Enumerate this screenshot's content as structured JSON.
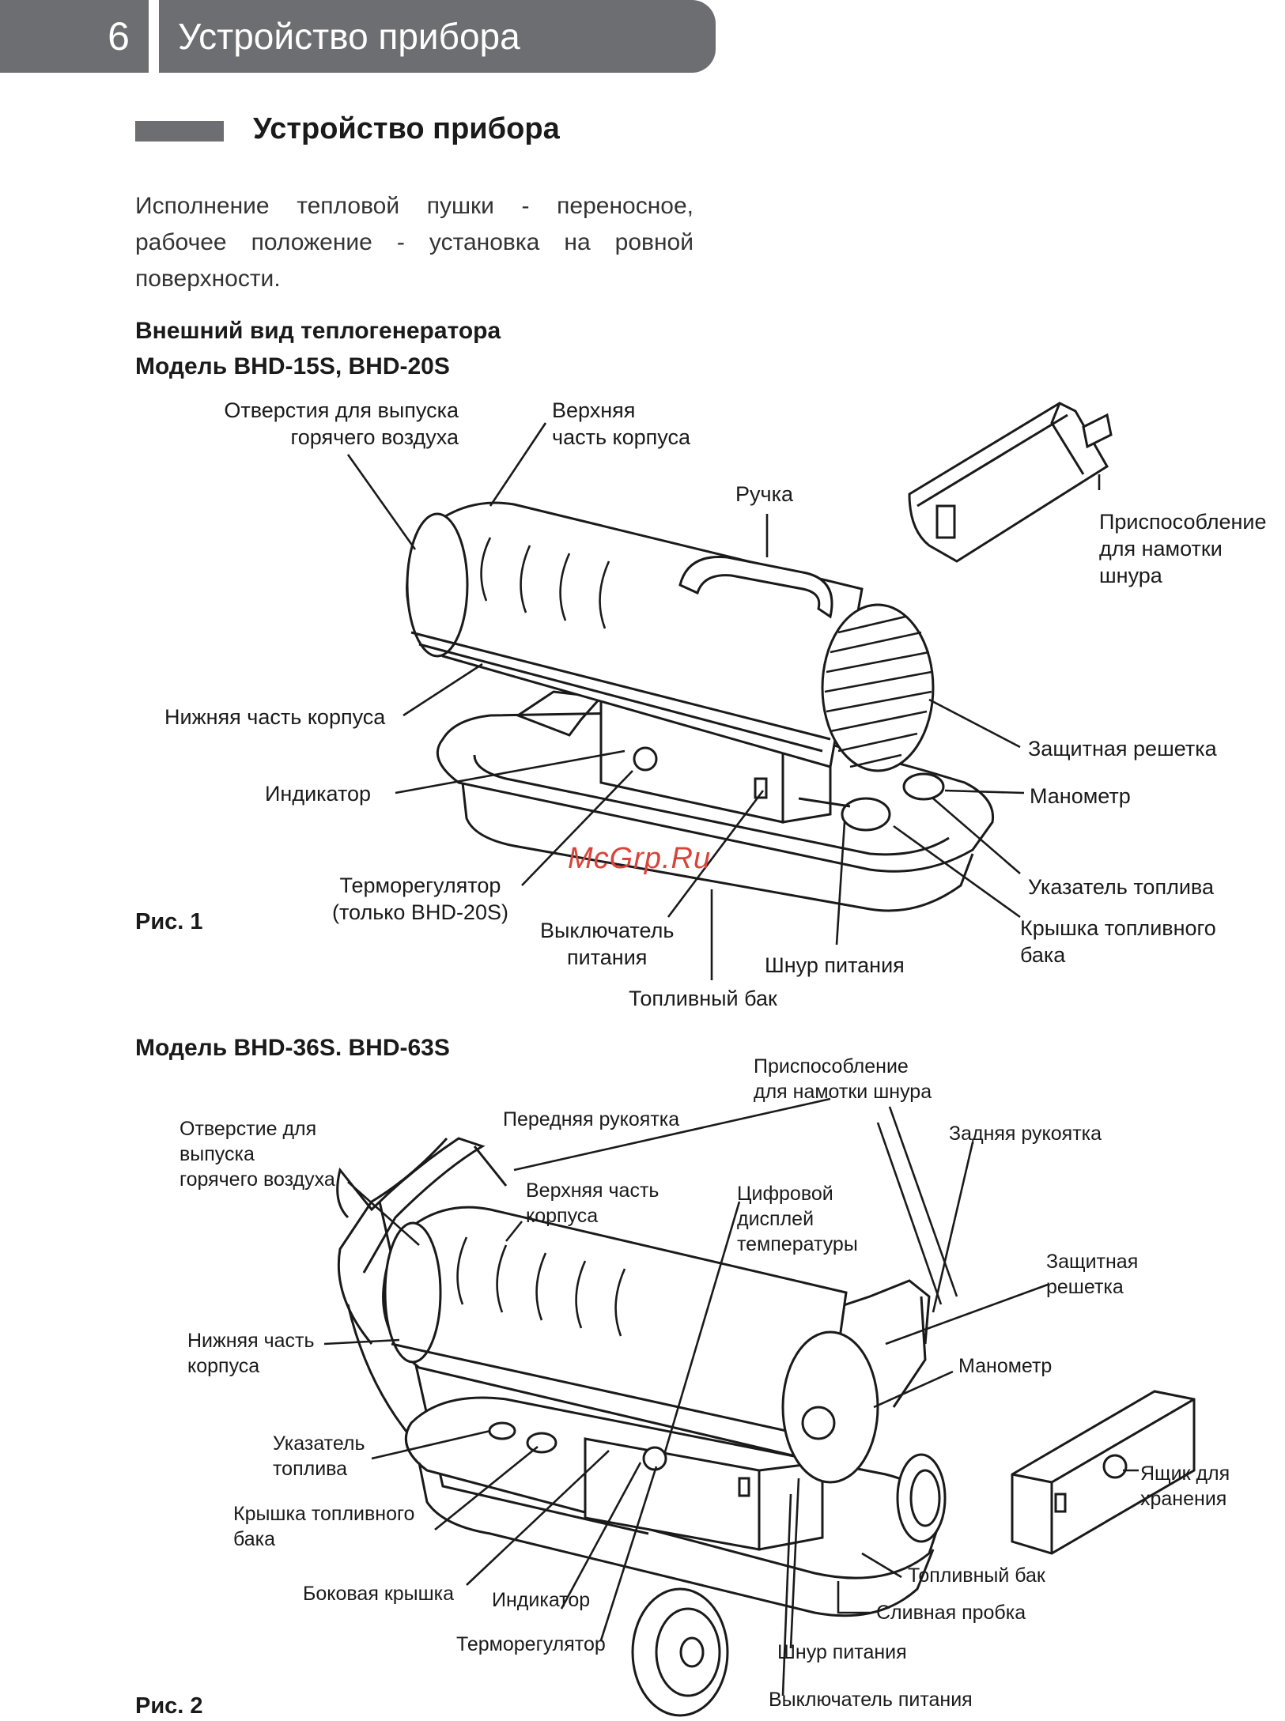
{
  "header": {
    "page_number": "6",
    "title": "Устройство прибора"
  },
  "section": {
    "title": "Устройство прибора",
    "intro": "Исполнение тепловой пушки - переносное, рабочее положение - установка на ровной поверхности."
  },
  "fig1": {
    "heading1": "Внешний вид теплогенератора",
    "heading2": "Модель BHD-15S, BHD-20S",
    "caption": "Рис. 1",
    "labels": {
      "hot_air": "Отверстия для выпуска\nгорячего воздуха",
      "upper_body": "Верхняя\nчасть корпуса",
      "handle": "Ручка",
      "cord_reel": "Приспособление\nдля намотки\nшнура",
      "lower_body": "Нижняя часть корпуса",
      "grille": "Защитная решетка",
      "indicator": "Индикатор",
      "manometer": "Манометр",
      "fuel_gauge": "Указатель топлива",
      "thermostat": "Терморегулятор\n(только BHD-20S)",
      "switch": "Выключатель\nпитания",
      "cap": "Крышка топливного\nбака",
      "cord": "Шнур питания",
      "tank": "Топливный бак"
    }
  },
  "fig2": {
    "heading": "Модель BHD-36S. BHD-63S",
    "caption": "Рис. 2",
    "labels": {
      "cord_reel": "Приспособление\nдля намотки шнура",
      "front_handle": "Передняя рукоятка",
      "hot_air": "Отверстие для\nвыпуска\nгорячего воздуха",
      "rear_handle": "Задняя рукоятка",
      "upper_body": "Верхняя часть\nкорпуса",
      "display": "Цифровой\nдисплей\nтемпературы",
      "grille": "Защитная\nрешетка",
      "lower_body": "Нижняя часть\nкорпуса",
      "manometer": "Манометр",
      "fuel_gauge": "Указатель\nтоплива",
      "storage": "Ящик для\nхранения",
      "cap": "Крышка топливного\nбака",
      "tank": "Топливный бак",
      "side_cover": "Боковая крышка",
      "indicator": "Индикатор",
      "drain": "Сливная пробка",
      "thermostat": "Терморегулятор",
      "cord": "Шнур питания",
      "switch": "Выключатель питания"
    }
  },
  "watermark": "McGrp.Ru"
}
